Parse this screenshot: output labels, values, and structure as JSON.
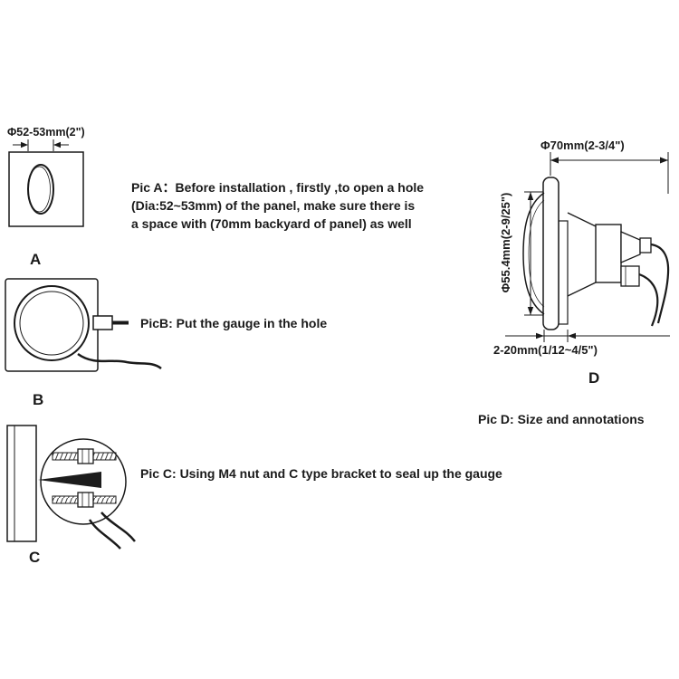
{
  "colors": {
    "ink": "#1a1a1a",
    "background": "#ffffff"
  },
  "figures": {
    "a": {
      "letter": "A",
      "dim": "Φ52-53mm(2\")",
      "caption": [
        "Pic A：Before installation , firstly ,to open a hole",
        "(Dia:52~53mm) of the panel, make sure there is",
        "a space with (70mm backyard of panel)  as well"
      ]
    },
    "b": {
      "letter": "B",
      "caption": "PicB: Put the gauge in the hole"
    },
    "c": {
      "letter": "C",
      "caption": "Pic C: Using M4 nut and C type bracket to seal up the gauge"
    },
    "d": {
      "letter": "D",
      "dim_top": "Φ70mm(2-3/4\")",
      "dim_left": "Φ55.4mm(2-9/25\")",
      "dim_bottom": "2-20mm(1/12~4/5\")",
      "caption": "Pic D: Size and annotations"
    }
  }
}
